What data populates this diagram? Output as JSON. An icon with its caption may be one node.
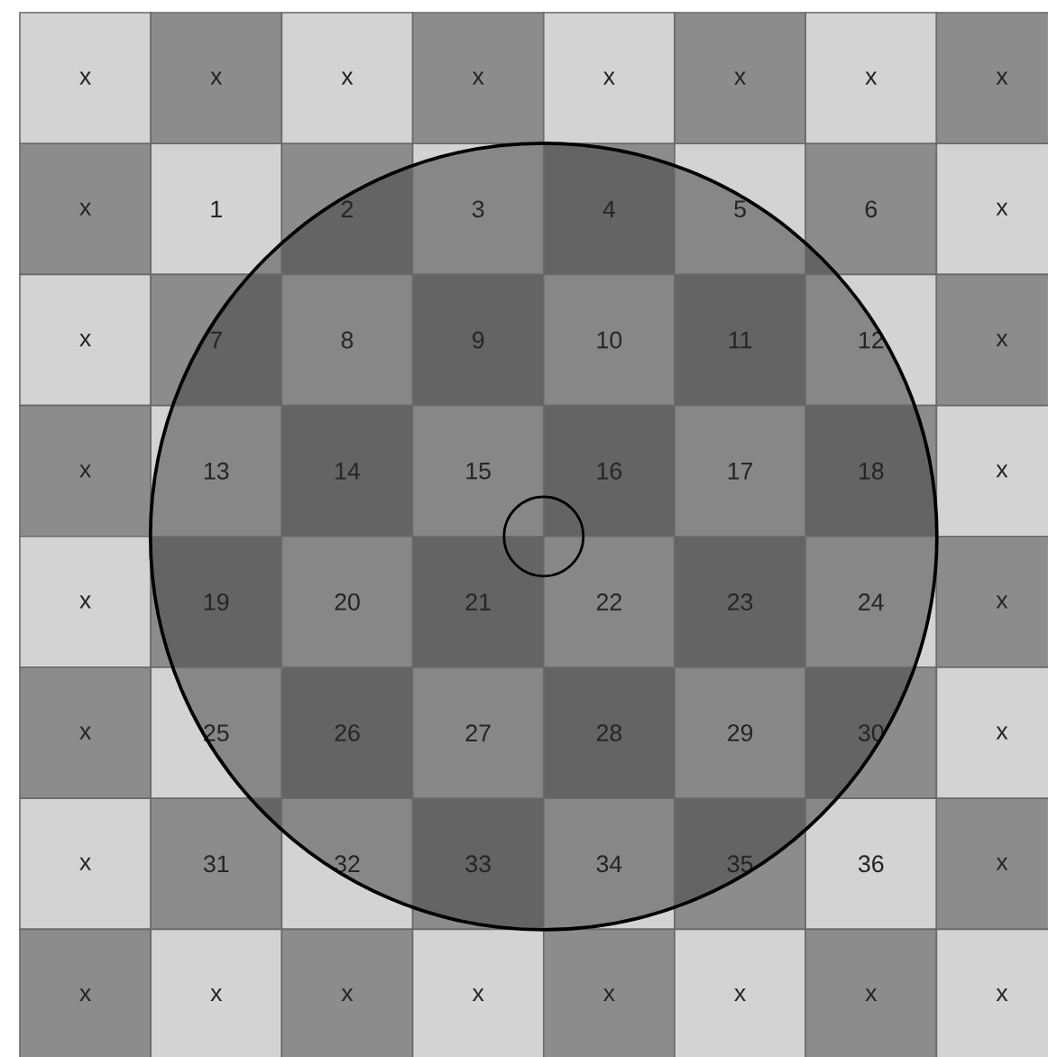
{
  "diagram": {
    "labels": [
      "x",
      "x",
      "x",
      "x",
      "x",
      "x",
      "x",
      "x",
      "x",
      "1",
      "2",
      "3",
      "4",
      "5",
      "6",
      "x",
      "x",
      "7",
      "8",
      "9",
      "10",
      "11",
      "12",
      "x",
      "x",
      "13",
      "14",
      "15",
      "16",
      "17",
      "18",
      "x",
      "x",
      "19",
      "20",
      "21",
      "22",
      "23",
      "24",
      "x",
      "x",
      "25",
      "26",
      "27",
      "28",
      "29",
      "30",
      "x",
      "x",
      "31",
      "32",
      "33",
      "34",
      "35",
      "36",
      "x",
      "x",
      "x",
      "x",
      "x",
      "x",
      "x",
      "x",
      "x"
    ]
  }
}
